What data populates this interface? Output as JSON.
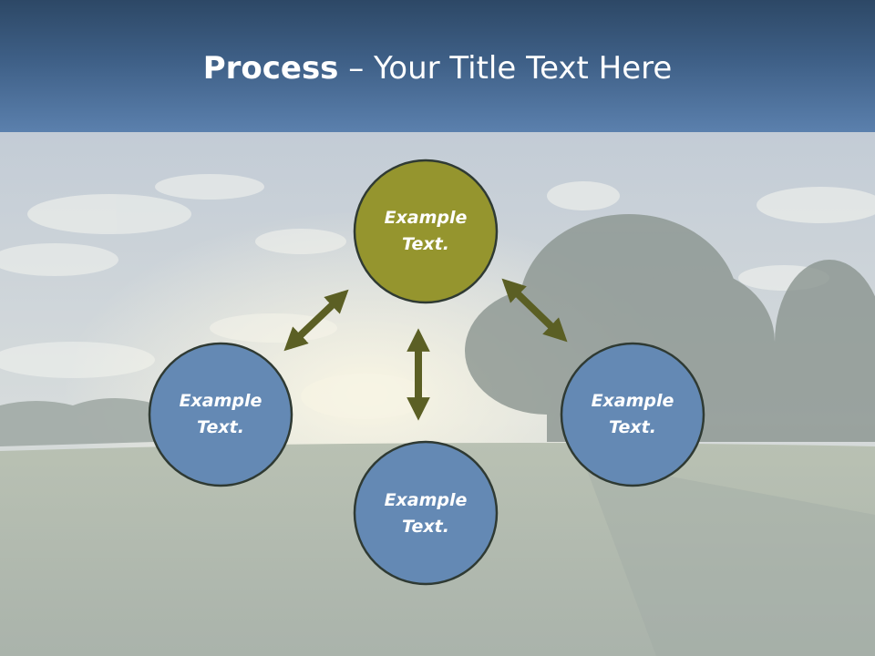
{
  "slide": {
    "title_bold": "Process",
    "title_rest": " – Your Title Text Here"
  },
  "diagram": {
    "nodes": [
      {
        "id": "center",
        "label_line1": "Example",
        "label_line2": "Text."
      },
      {
        "id": "left",
        "label_line1": "Example",
        "label_line2": "Text."
      },
      {
        "id": "right",
        "label_line1": "Example",
        "label_line2": "Text."
      },
      {
        "id": "bottom",
        "label_line1": "Example",
        "label_line2": "Text."
      }
    ],
    "colors": {
      "center_fill": "#95952e",
      "outer_fill": "#6489b4",
      "stroke": "#2f3a33",
      "arrow": "#5b5f24"
    }
  }
}
